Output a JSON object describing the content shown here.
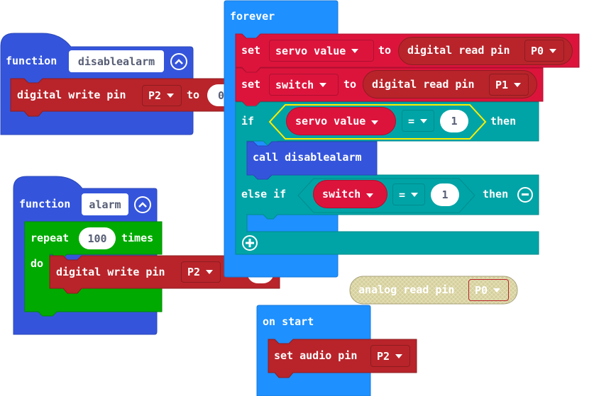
{
  "colors": {
    "function_blue": "#3455db",
    "pins_red": "#b8242a",
    "variable_red": "#dc143c",
    "logic_teal": "#00a4a6",
    "loop_green": "#00aa00",
    "basic_blue": "#1e90ff",
    "disabled_fill": "#d4ce9c"
  },
  "func_disable": {
    "keyword": "function",
    "name": "disablealarm",
    "body": {
      "label": "digital write pin",
      "pin": "P2",
      "to": "to",
      "value": "0"
    }
  },
  "func_alarm": {
    "keyword": "function",
    "name": "alarm",
    "repeat": {
      "label": "repeat",
      "count": "100",
      "times": "times",
      "do": "do"
    },
    "body": {
      "label": "digital write pin",
      "pin": "P2"
    }
  },
  "forever": {
    "label": "forever",
    "set1": {
      "set": "set",
      "var": "servo value",
      "to": "to",
      "read": "digital read pin",
      "pin": "P0"
    },
    "set2": {
      "set": "set",
      "var": "switch",
      "to": "to",
      "read": "digital read pin",
      "pin": "P1"
    },
    "if": {
      "if": "if",
      "var": "servo value",
      "op": "=",
      "value": "1",
      "then": "then",
      "call": "call disablealarm",
      "else_if": "else if",
      "var2": "switch",
      "op2": "=",
      "value2": "1",
      "then2": "then"
    }
  },
  "analog": {
    "label": "analog read pin",
    "pin": "P0"
  },
  "on_start": {
    "label": "on start",
    "set_audio": "set audio pin",
    "pin": "P2"
  }
}
